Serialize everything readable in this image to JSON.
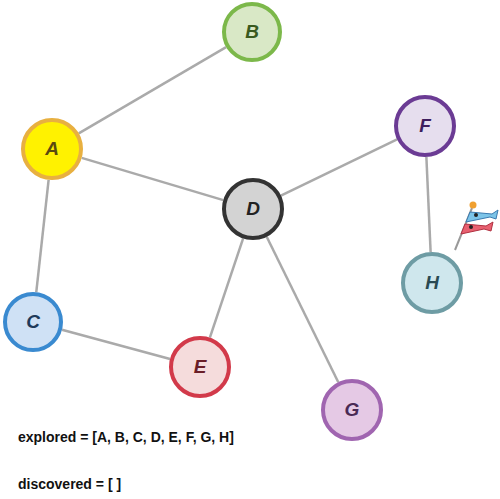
{
  "diagram": {
    "nodes": [
      {
        "text": [
          "B"
        ]
      },
      {
        "text": [
          "A"
        ]
      },
      {
        "text": [
          "F"
        ]
      },
      {
        "text": [
          "D"
        ]
      },
      {
        "text": [
          "H"
        ]
      },
      {
        "text": [
          "C"
        ]
      },
      {
        "text": [
          "E"
        ]
      },
      {
        "text": [
          "G"
        ]
      }
    ],
    "edges": [
      {
        "from": 1,
        "to": 0,
        "arrow": "none"
      },
      {
        "from": 1,
        "to": 3,
        "arrow": "none"
      },
      {
        "from": 1,
        "to": 5,
        "arrow": "none"
      },
      {
        "from": 3,
        "to": 2,
        "arrow": "none"
      },
      {
        "from": 2,
        "to": 4,
        "arrow": "none"
      },
      {
        "from": 3,
        "to": 6,
        "arrow": "none"
      },
      {
        "from": 3,
        "to": 7,
        "arrow": "none"
      },
      {
        "from": 5,
        "to": 6,
        "arrow": "none"
      }
    ],
    "labels": [
      "explored = [A, B, C, D, E, F, G, H]",
      "discovered = [ ]"
    ]
  }
}
